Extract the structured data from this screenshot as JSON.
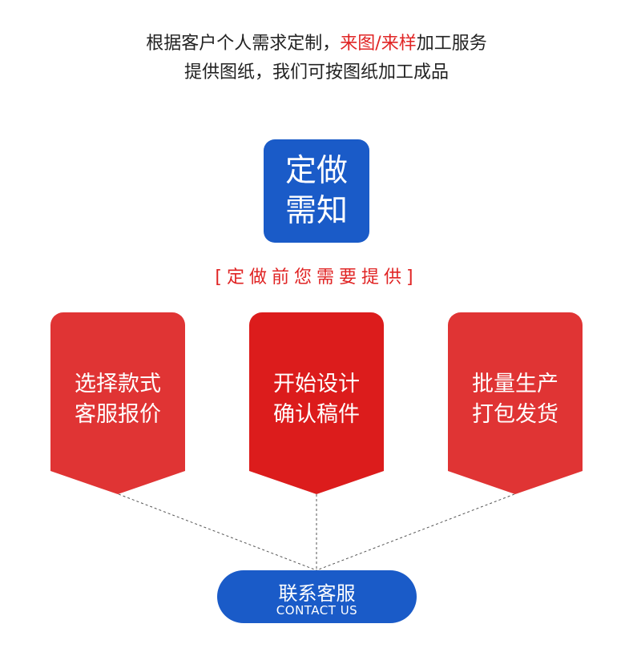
{
  "intro": {
    "line1_before": "根据客户个人需求定制，",
    "line1_highlight": "来图/来样",
    "line1_after": "加工服务",
    "line2": "提供图纸，我们可按图纸加工成品"
  },
  "notice": {
    "line1": "定做",
    "line2": "需知"
  },
  "subtitle": "[定做前您需要提供]",
  "steps": [
    {
      "line1": "选择款式",
      "line2": "客服报价"
    },
    {
      "line1": "开始设计",
      "line2": "确认稿件"
    },
    {
      "line1": "批量生产",
      "line2": "打包发货"
    }
  ],
  "contact": {
    "label": "联系客服",
    "sublabel": "CONTACT US"
  },
  "colors": {
    "accent_red": "#e02424",
    "card_red": "#e03434",
    "card_red_center": "#dc1c1c",
    "brand_blue": "#1a5bc8"
  }
}
